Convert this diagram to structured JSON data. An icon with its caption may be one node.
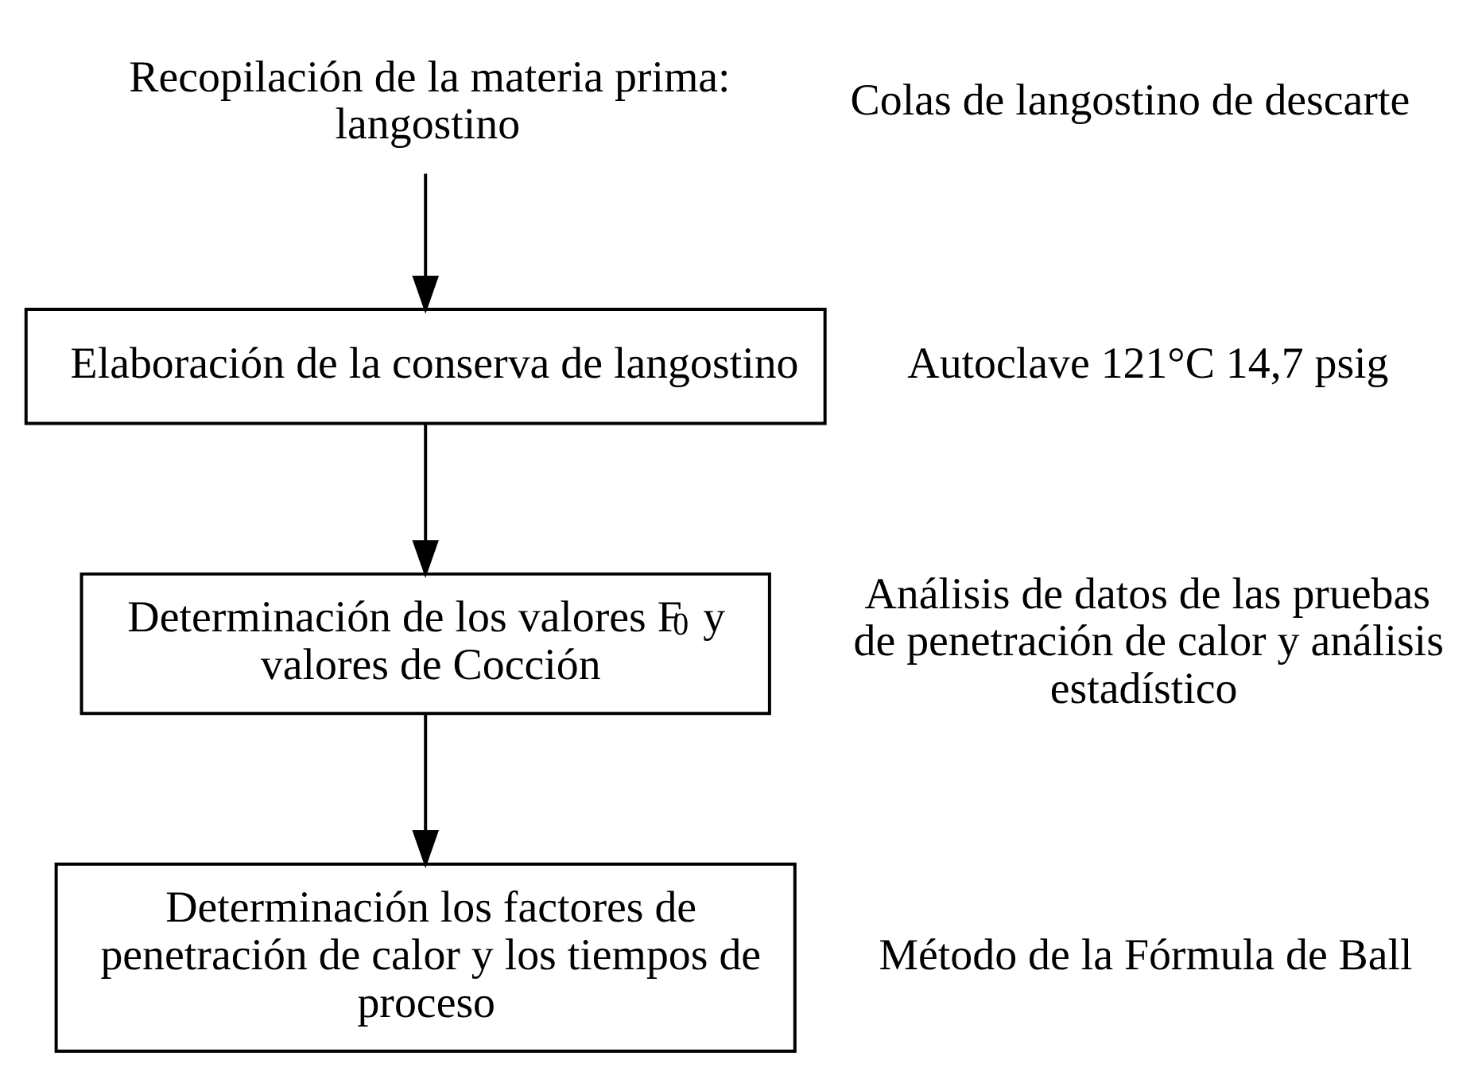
{
  "diagram": {
    "nodes": [
      {
        "text": [
          "Recopilación de la materia prima: langostino"
        ],
        "beside": [
          "Colas de langostino de descarte"
        ]
      },
      {
        "text": [
          "Elaboración de la conserva de langostino"
        ],
        "beside": [
          "Autoclave 121°C 14,7 psig"
        ]
      },
      {
        "text": [
          "Determinación de los valores F$_{0}$ y valores de Cocción"
        ],
        "beside": [
          "Análisis de datos de las pruebas de penetración de calor y análisis estadístico"
        ]
      },
      {
        "text": [
          "Determinación los factores de penetración de calor y los tiempos de proceso"
        ],
        "beside": [
          "Método de la Fórmula de Ball"
        ]
      }
    ],
    "edges": [
      {
        "from": 0,
        "to": 1,
        "arrow": "to"
      },
      {
        "from": 1,
        "to": 2,
        "arrow": "to"
      },
      {
        "from": 2,
        "to": 3,
        "arrow": "to"
      }
    ]
  }
}
